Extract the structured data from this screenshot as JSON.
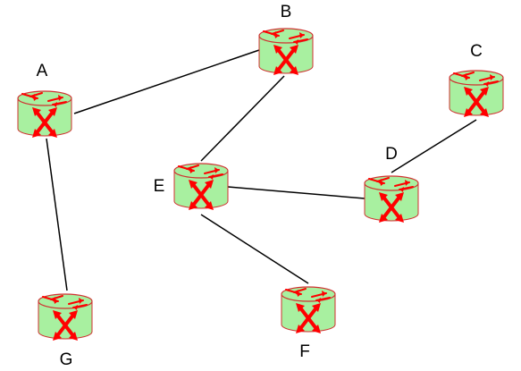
{
  "diagram": {
    "type": "network-topology",
    "nodes": [
      {
        "id": "A",
        "label": "A",
        "icon": "router-icon"
      },
      {
        "id": "B",
        "label": "B",
        "icon": "router-icon"
      },
      {
        "id": "C",
        "label": "C",
        "icon": "router-icon"
      },
      {
        "id": "D",
        "label": "D",
        "icon": "router-icon"
      },
      {
        "id": "E",
        "label": "E",
        "icon": "router-icon"
      },
      {
        "id": "F",
        "label": "F",
        "icon": "router-icon"
      },
      {
        "id": "G",
        "label": "G",
        "icon": "router-icon"
      }
    ],
    "links": [
      {
        "from": "A",
        "to": "B"
      },
      {
        "from": "A",
        "to": "G"
      },
      {
        "from": "B",
        "to": "E"
      },
      {
        "from": "E",
        "to": "D"
      },
      {
        "from": "E",
        "to": "F"
      },
      {
        "from": "D",
        "to": "C"
      }
    ]
  },
  "colors": {
    "router_body": "#a8f0a0",
    "router_outline": "#d03030",
    "router_arrows": "#ff0000",
    "link": "#000000",
    "label": "#000000"
  }
}
